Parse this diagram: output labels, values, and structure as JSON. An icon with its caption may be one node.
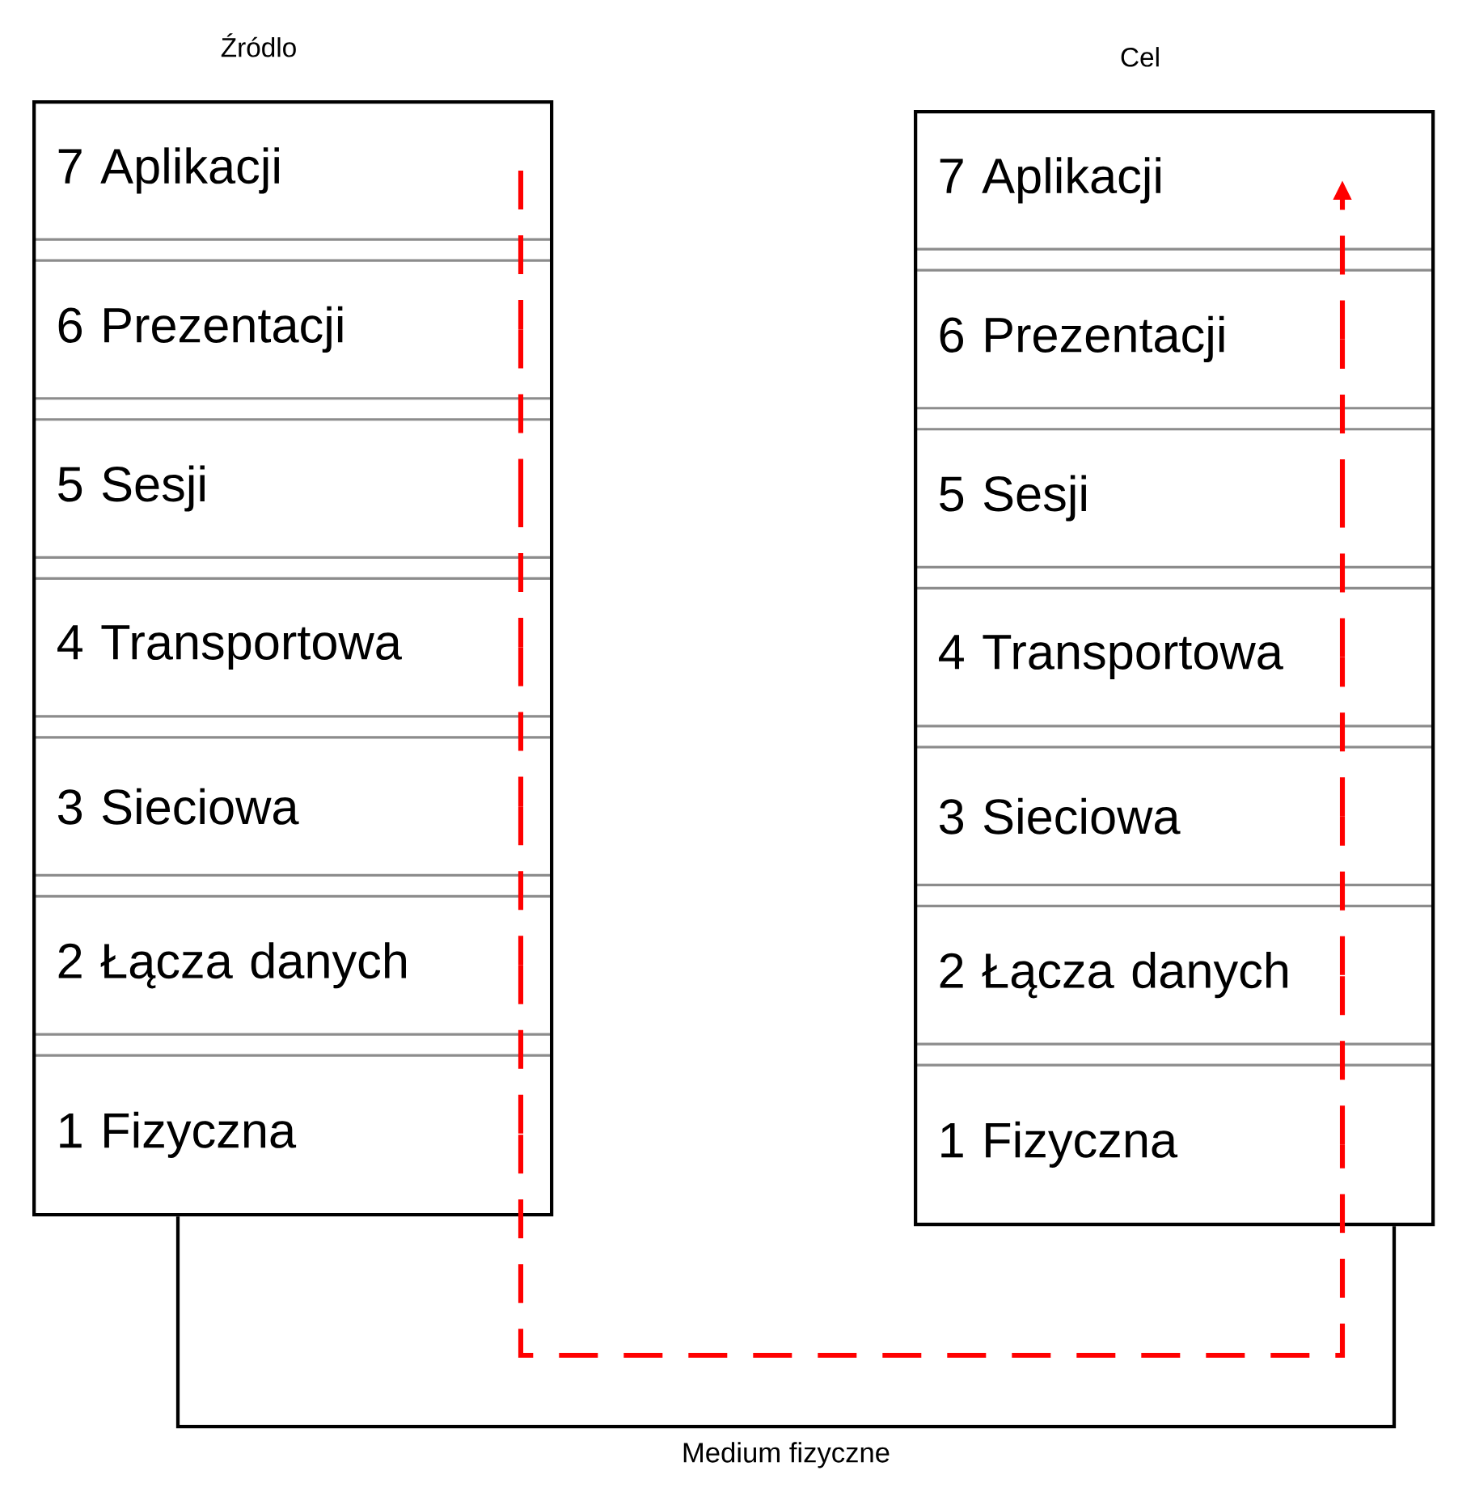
{
  "diagram": {
    "nodes": [
      {
        "text": [
          "Źródlo"
        ]
      },
      {
        "text": [
          "7 Aplikacji"
        ],
        "in": 0
      },
      {
        "text": [
          "6 Prezentacji"
        ],
        "in": 0
      },
      {
        "text": [
          "5 Sesji"
        ],
        "in": 0
      },
      {
        "text": [
          "4 Transportowa"
        ],
        "in": 0
      },
      {
        "text": [
          "3 Sieciowa"
        ],
        "in": 0
      },
      {
        "text": [
          "2 Łącza danych"
        ],
        "in": 0
      },
      {
        "text": [
          "1 Fizyczna"
        ],
        "in": 0
      },
      {
        "text": [
          "Cel"
        ]
      },
      {
        "text": [
          "7 Aplikacji"
        ],
        "in": 8
      },
      {
        "text": [
          "6 Prezentacji"
        ],
        "in": 8
      },
      {
        "text": [
          "5 Sesji"
        ],
        "in": 8
      },
      {
        "text": [
          "4 Transportowa"
        ],
        "in": 8
      },
      {
        "text": [
          "3 Sieciowa"
        ],
        "in": 8
      },
      {
        "text": [
          "2 Łącza danych"
        ],
        "in": 8
      },
      {
        "text": [
          "1 Fizyczna"
        ],
        "in": 8
      }
    ],
    "edges": [
      {
        "from": 0,
        "to": 8,
        "arrow": "none",
        "label": "Medium fizyczne",
        "color": "#000000"
      },
      {
        "from": 1,
        "to": 2,
        "arrow": "none",
        "style": "dashed"
      },
      {
        "from": 2,
        "to": 3,
        "arrow": "none",
        "style": "dashed"
      },
      {
        "from": 3,
        "to": 4,
        "arrow": "none",
        "style": "dashed"
      },
      {
        "from": 4,
        "to": 5,
        "arrow": "none",
        "style": "dashed"
      },
      {
        "from": 5,
        "to": 6,
        "arrow": "none",
        "style": "dashed"
      },
      {
        "from": 6,
        "to": 7,
        "arrow": "none",
        "style": "dashed"
      },
      {
        "from": 7,
        "to": 15,
        "arrow": "none",
        "style": "dashed"
      },
      {
        "from": 15,
        "to": 14,
        "arrow": "none",
        "style": "dashed"
      },
      {
        "from": 14,
        "to": 13,
        "arrow": "none",
        "style": "dashed"
      },
      {
        "from": 13,
        "to": 12,
        "arrow": "none",
        "style": "dashed"
      },
      {
        "from": 12,
        "to": 11,
        "arrow": "none",
        "style": "dashed"
      },
      {
        "from": 11,
        "to": 10,
        "arrow": "none",
        "style": "dashed"
      },
      {
        "from": 10,
        "to": 9,
        "arrow": "to",
        "style": "dashed"
      }
    ]
  }
}
